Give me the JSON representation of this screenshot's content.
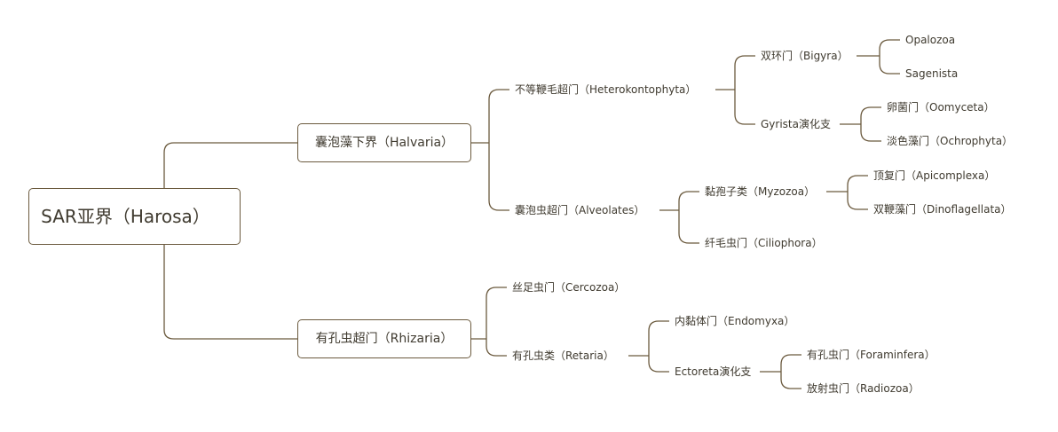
{
  "root": {
    "label": "SAR亚界（Harosa）"
  },
  "branches": {
    "halvaria": {
      "label": "囊泡藻下界（Halvaria）",
      "heterokontophyta": {
        "label": "不等鞭毛超门（Heterokontophyta）",
        "bigyra": {
          "label": "双环门（Bigyra）",
          "opalozoa": "Opalozoa",
          "sagenista": "Sagenista"
        },
        "gyrista": {
          "label": "Gyrista演化支",
          "oomyceta": "卵菌门（Oomyceta）",
          "ochrophyta": "淡色藻门（Ochrophyta）"
        }
      },
      "alveolates": {
        "label": "囊泡虫超门（Alveolates）",
        "myzozoa": {
          "label": "黏孢子类（Myzozoa）",
          "apicomplexa": "顶复门（Apicomplexa）",
          "dinoflagellata": "双鞭藻门（Dinoflagellata）"
        },
        "ciliophora": "纤毛虫门（Ciliophora）"
      }
    },
    "rhizaria": {
      "label": "有孔虫超门（Rhizaria）",
      "cercozoa": "丝足虫门（Cercozoa）",
      "retaria": {
        "label": "有孔虫类（Retaria）",
        "endomyxa": "内黏体门（Endomyxa）",
        "ectoreta": {
          "label": "Ectoreta演化支",
          "foraminifera": "有孔虫门（Foraminfera）",
          "radiozoa": "放射虫门（Radiozoa）"
        }
      }
    }
  }
}
